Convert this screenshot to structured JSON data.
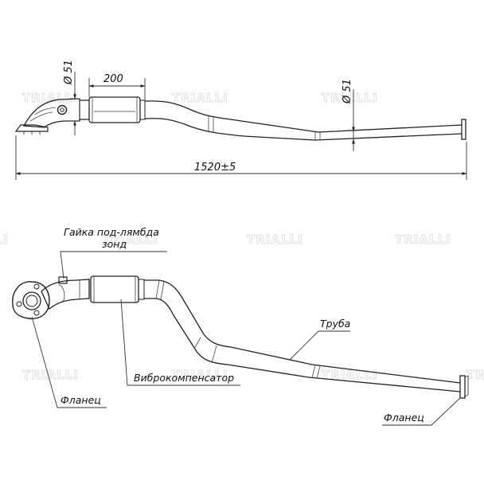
{
  "watermark": {
    "text": "TRIALLI",
    "color": "#e4e4e4"
  },
  "colors": {
    "line": "#222222",
    "background": "#ffffff"
  },
  "side_view": {
    "diameter_inlet": "Ø 51",
    "diameter_outlet": "Ø 51",
    "corrugated_length": "200",
    "overall_length": "1520±5"
  },
  "iso_view": {
    "labels": {
      "lambda_nut": [
        "Гайка под-лямбда",
        "зонд"
      ],
      "flex": "Виброкомпенсатор",
      "pipe": "Труба",
      "flange_left": "Фланец",
      "flange_right": "Фланец"
    }
  }
}
